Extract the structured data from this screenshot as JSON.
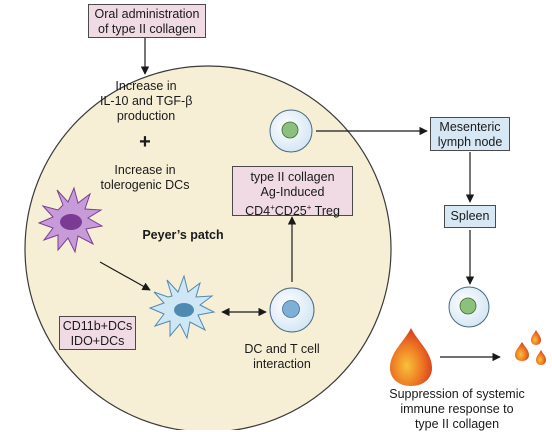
{
  "oral_box": [
    "Oral administration",
    "of type II collagen"
  ],
  "il10_text": [
    "Increase in",
    "IL-10 and TGF-β",
    "production"
  ],
  "plus_sign": "+",
  "tolero_text": [
    "Increase in",
    "tolerogenic DCs"
  ],
  "treg_box": {
    "line1": "type II collagen",
    "line2": "Ag-Induced",
    "line3_parts": [
      "CD4",
      "+",
      "CD25",
      "+",
      " Treg"
    ]
  },
  "peyers_label": "Peyer’s patch",
  "dc_box": [
    "CD11b+DCs",
    "IDO+DCs"
  ],
  "interaction_text": [
    "DC and T cell",
    "interaction"
  ],
  "mesenteric_box": [
    "Mesenteric",
    "lymph node"
  ],
  "spleen_box": "Spleen",
  "suppression_text": [
    "Suppression of systemic",
    "immune response to",
    "type II collagen"
  ],
  "colors": {
    "patch_fill": "#f6efd6",
    "pink_box": "#f0dbe4",
    "blue_box": "#d7e8f4",
    "cell_fill": "#dcecf7",
    "nucleus": "#8cc07c",
    "dc_purple": "#a86cc0",
    "flame_red": "#d8341e",
    "flame_orange": "#f2a623"
  }
}
